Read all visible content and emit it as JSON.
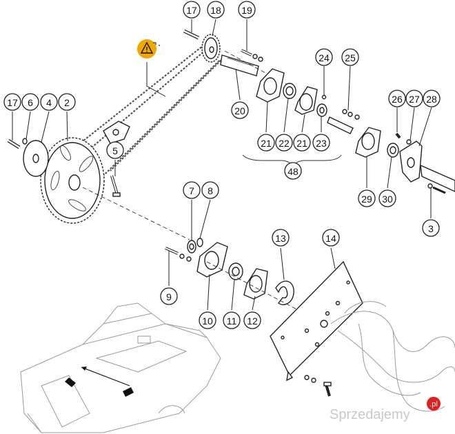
{
  "callouts": [
    {
      "id": "17a",
      "label": "17"
    },
    {
      "id": "18",
      "label": "18"
    },
    {
      "id": "19",
      "label": "19"
    },
    {
      "id": "24",
      "label": "24"
    },
    {
      "id": "25",
      "label": "25"
    },
    {
      "id": "26",
      "label": "26"
    },
    {
      "id": "27",
      "label": "27"
    },
    {
      "id": "28",
      "label": "28"
    },
    {
      "id": "17b",
      "label": "17"
    },
    {
      "id": "6",
      "label": "6"
    },
    {
      "id": "4",
      "label": "4"
    },
    {
      "id": "2",
      "label": "2"
    },
    {
      "id": "20",
      "label": "20"
    },
    {
      "id": "21a",
      "label": "21"
    },
    {
      "id": "22",
      "label": "22"
    },
    {
      "id": "21b",
      "label": "21"
    },
    {
      "id": "23",
      "label": "23"
    },
    {
      "id": "48",
      "label": "48"
    },
    {
      "id": "29",
      "label": "29"
    },
    {
      "id": "30",
      "label": "30"
    },
    {
      "id": "5",
      "label": "5"
    },
    {
      "id": "3",
      "label": "3"
    },
    {
      "id": "7",
      "label": "7"
    },
    {
      "id": "8",
      "label": "8"
    },
    {
      "id": "13",
      "label": "13"
    },
    {
      "id": "14",
      "label": "14"
    },
    {
      "id": "9",
      "label": "9"
    },
    {
      "id": "10",
      "label": "10"
    },
    {
      "id": "11",
      "label": "11"
    },
    {
      "id": "12",
      "label": "12"
    }
  ],
  "colors": {
    "warning_badge": "#f2a600",
    "line": "#222222",
    "machine_ghost": "#9a9a9a",
    "watermark": "#c9c9c9",
    "watermark_dot": "#e02020"
  },
  "watermark": {
    "text": "Sprzedajemy",
    "suffix": ".pl"
  }
}
